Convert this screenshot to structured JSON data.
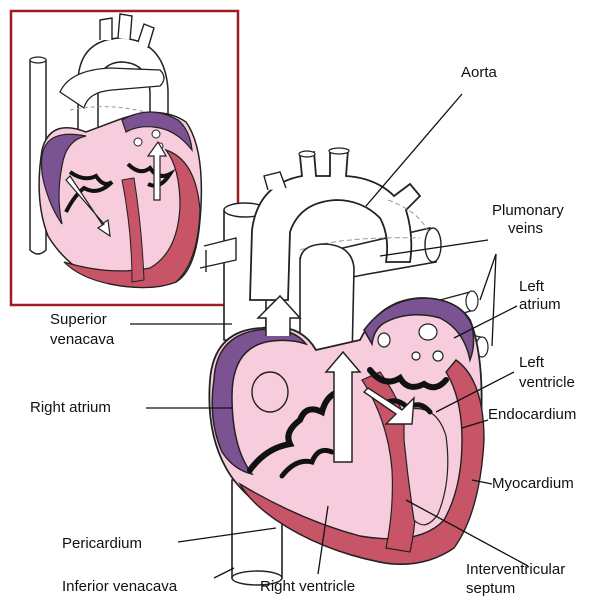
{
  "labels": {
    "aorta": "Aorta",
    "pulmonary_veins_1": "Plumonary",
    "pulmonary_veins_2": "veins",
    "left_atrium_1": "Left",
    "left_atrium_2": "atrium",
    "left_ventricle_1": "Left",
    "left_ventricle_2": "ventricle",
    "endocardium": "Endocardium",
    "myocardium": "Myocardium",
    "interventricular_septum_1": "Interventricular",
    "interventricular_septum_2": "septum",
    "superior_vena_cava_1": "Superior",
    "superior_vena_cava_2": "venacava",
    "right_atrium": "Right atrium",
    "pericardium": "Pericardium",
    "inferior_vena_cava": "Inferior venacava",
    "right_ventricle": "Right ventricle"
  },
  "colors": {
    "inset_frame": "#9b1c22",
    "pericardium_purple": "#7b5393",
    "chamber_pink": "#f7ccdc",
    "myocardium_red": "#c85468",
    "outline": "#222222"
  }
}
